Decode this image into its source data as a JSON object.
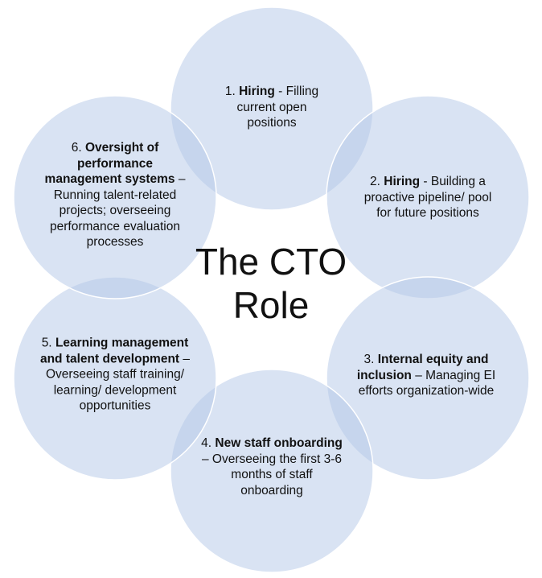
{
  "title_line1": "The CTO",
  "title_line2": "Role",
  "colors": {
    "circle_fill": "#b4c7e7",
    "circle_stroke": "#ffffff"
  },
  "items": [
    {
      "num": "1.",
      "bold": "Hiring",
      "rest": " - Filling current open positions"
    },
    {
      "num": "2.",
      "bold": "Hiring",
      "rest": " - Building a proactive pipeline/ pool for future positions"
    },
    {
      "num": "3.",
      "bold": "Internal equity and inclusion",
      "rest": " – Managing EI efforts organization-wide"
    },
    {
      "num": "4.",
      "bold": "New staff onboarding",
      "rest": " – Overseeing the first 3-6 months of staff onboarding"
    },
    {
      "num": "5.",
      "bold": "Learning management and talent development",
      "rest": " – Overseeing staff training/ learning/ development opportunities"
    },
    {
      "num": "6.",
      "bold": "Oversight of performance management systems",
      "rest": " – Running talent-related projects; overseeing performance evaluation processes"
    }
  ]
}
